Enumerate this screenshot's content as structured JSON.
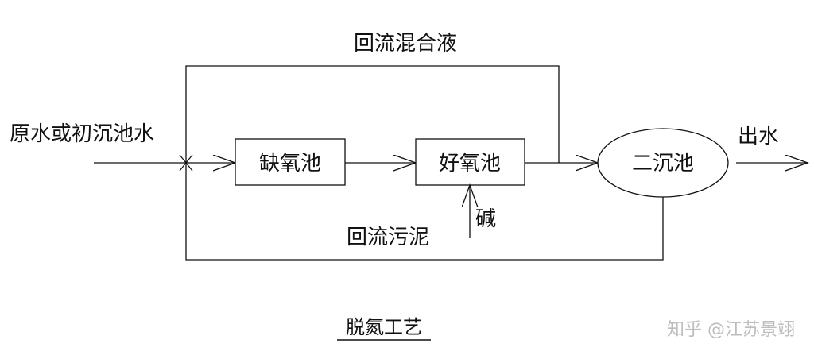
{
  "labels": {
    "return_mixed_liquor": "回流混合液",
    "influent": "原水或初沉池水",
    "anoxic_tank": "缺氧池",
    "aerobic_tank": "好氧池",
    "secondary_clarifier": "二沉池",
    "effluent": "出水",
    "alkali": "碱",
    "return_sludge": "回流污泥",
    "caption": "脱氮工艺"
  },
  "watermark": "知乎 @江苏景翊"
}
